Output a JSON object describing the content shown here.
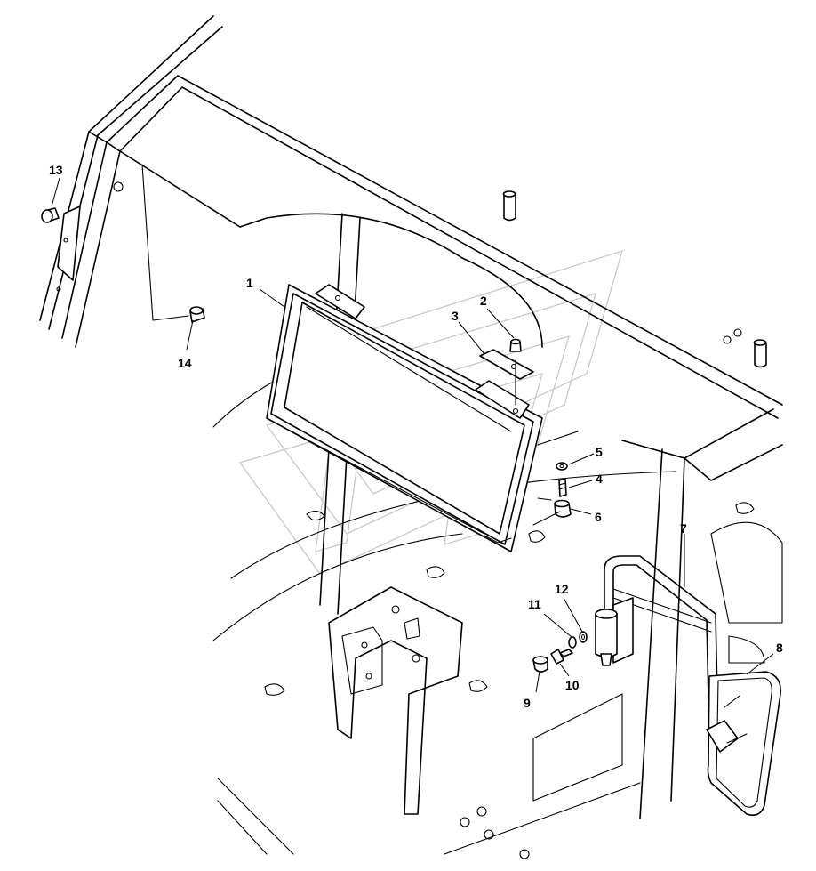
{
  "diagram": {
    "callouts": [
      {
        "id": "1",
        "label": "1"
      },
      {
        "id": "2",
        "label": "2"
      },
      {
        "id": "3",
        "label": "3"
      },
      {
        "id": "4",
        "label": "4"
      },
      {
        "id": "5",
        "label": "5"
      },
      {
        "id": "6",
        "label": "6"
      },
      {
        "id": "7",
        "label": "7"
      },
      {
        "id": "8",
        "label": "8"
      },
      {
        "id": "9",
        "label": "9"
      },
      {
        "id": "10",
        "label": "10"
      },
      {
        "id": "11",
        "label": "11"
      },
      {
        "id": "12",
        "label": "12"
      },
      {
        "id": "13",
        "label": "13"
      },
      {
        "id": "14",
        "label": "14"
      }
    ],
    "line_color": "#000000",
    "watermark_color": "#c9c9c9"
  }
}
